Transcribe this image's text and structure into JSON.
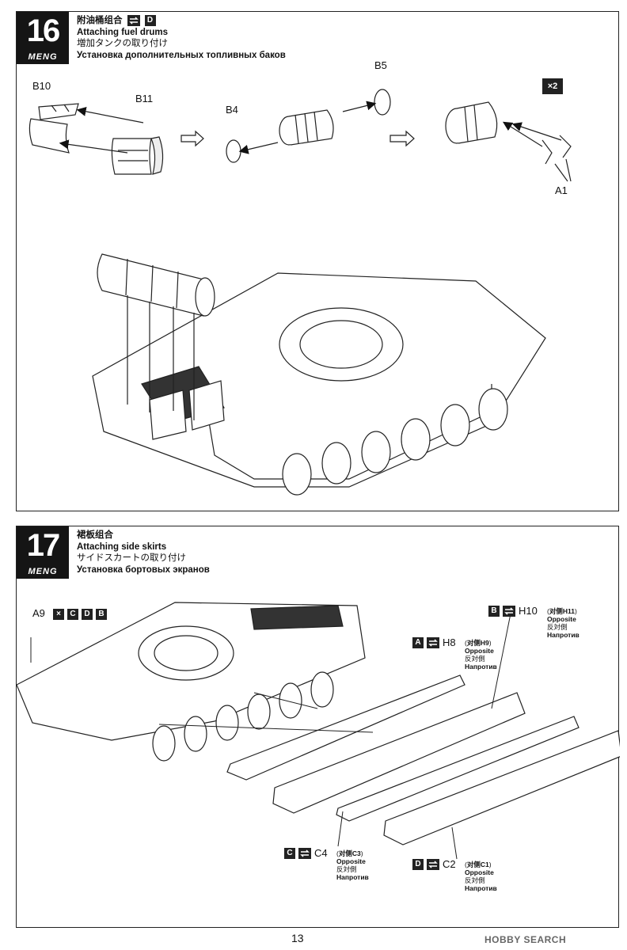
{
  "step16": {
    "number": "16",
    "brand": "MENG",
    "title_cn": "附油桶组合",
    "title_en": "Attaching fuel drums",
    "title_jp": "増加タンクの取り付け",
    "title_ru": "Установка дополнительных топливных баков",
    "badge_letter": "D",
    "parts": {
      "b10": "B10",
      "b11": "B11",
      "b4": "B4",
      "b5": "B5",
      "a1": "A1"
    },
    "multiplier": "×2"
  },
  "step17": {
    "number": "17",
    "brand": "MENG",
    "title_cn": "裙板组合",
    "title_en": "Attaching side skirts",
    "title_jp": "サイドスカートの取り付け",
    "title_ru": "Установка бортовых экранов",
    "a9": {
      "label": "A9",
      "letters": [
        "C",
        "D",
        "B"
      ]
    },
    "h10": {
      "letter": "B",
      "part": "H10",
      "opp_cn": "对侧",
      "opp_part": "H11",
      "opp_en": "Opposite",
      "opp_jp": "反対側",
      "opp_ru": "Напротив"
    },
    "h8": {
      "letter": "A",
      "part": "H8",
      "opp_cn": "对侧",
      "opp_part": "H9",
      "opp_en": "Opposite",
      "opp_jp": "反対側",
      "opp_ru": "Напротив"
    },
    "c4": {
      "letter": "C",
      "part": "C4",
      "opp_cn": "对侧",
      "opp_part": "C3",
      "opp_en": "Opposite",
      "opp_jp": "反対側",
      "opp_ru": "Напротив"
    },
    "c2": {
      "letter": "D",
      "part": "C2",
      "opp_cn": "对侧",
      "opp_part": "C1",
      "opp_en": "Opposite",
      "opp_jp": "反対側",
      "opp_ru": "Напротив"
    }
  },
  "page_number": "13",
  "watermark": "HOBBY SEARCH",
  "colors": {
    "ink": "#151515",
    "paper": "#ffffff"
  }
}
